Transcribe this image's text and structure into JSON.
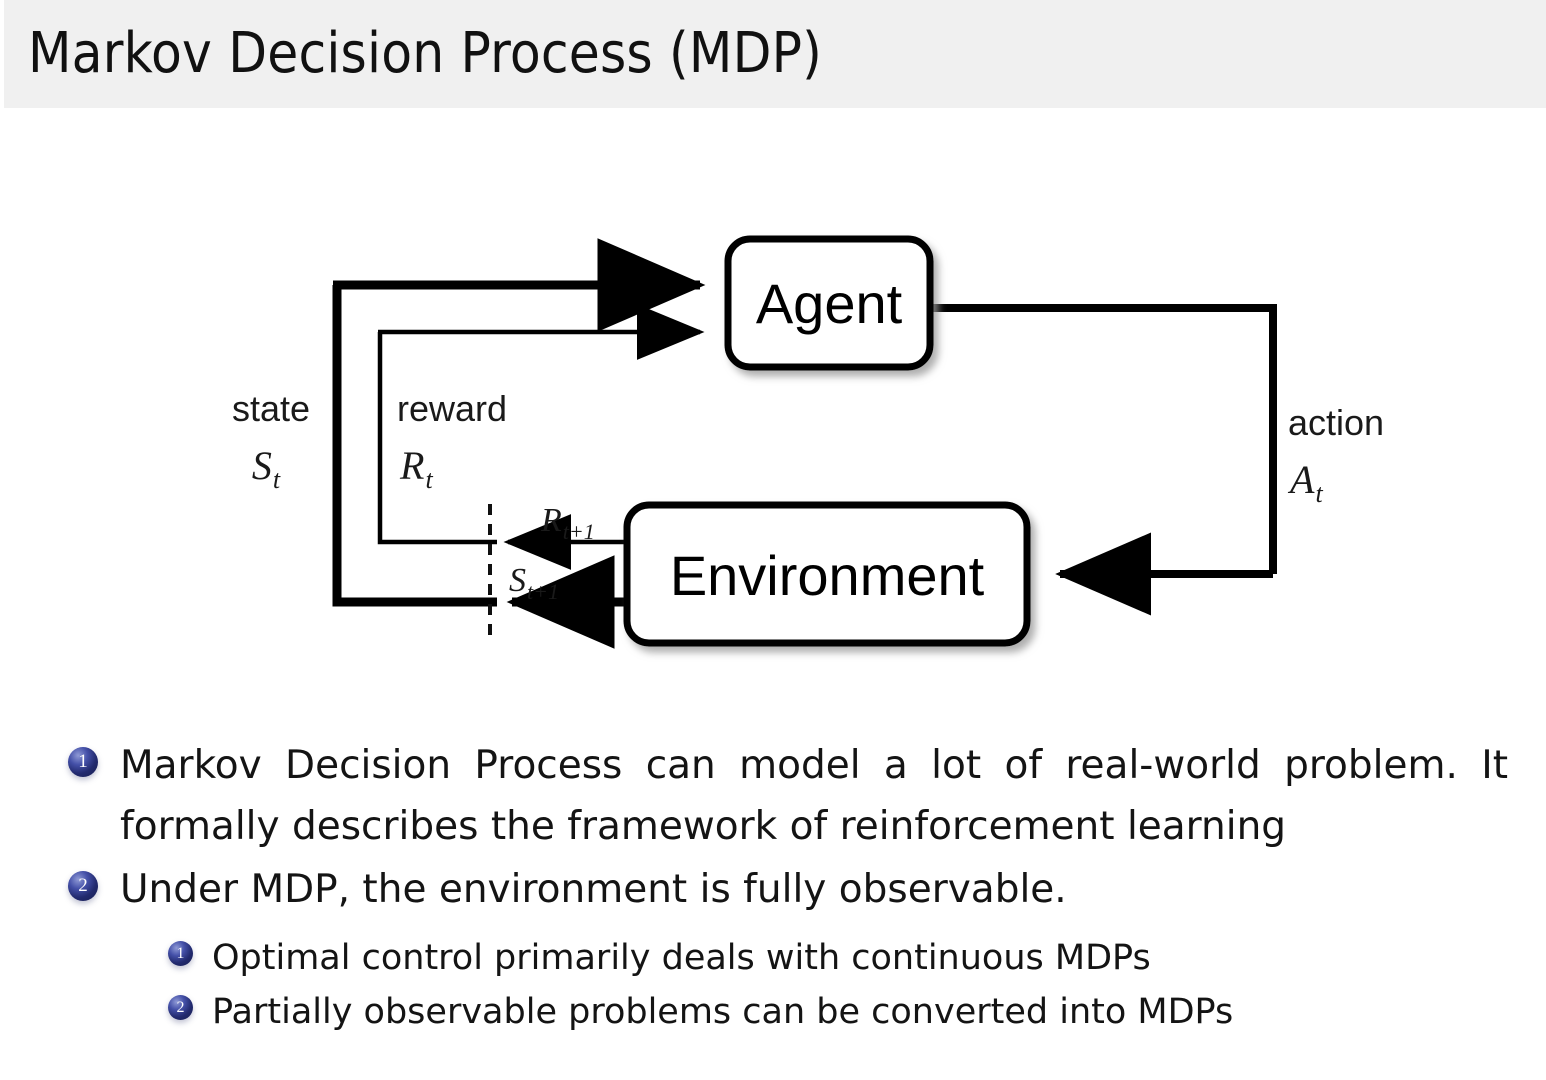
{
  "header": {
    "title": "Markov Decision Process (MDP)",
    "background": "#f0f0f0"
  },
  "diagram": {
    "name": "agent-environment-interaction-loop",
    "nodes": {
      "agent": "Agent",
      "environment": "Environment"
    },
    "labels": {
      "state_word": "state",
      "state_symbol": "S",
      "state_subscript": "t",
      "reward_word": "reward",
      "reward_symbol": "R",
      "reward_subscript": "t",
      "action_word": "action",
      "action_symbol": "A",
      "action_subscript": "t",
      "reward_next_symbol": "R",
      "reward_next_subscript": "t+1",
      "state_next_symbol": "S",
      "state_next_subscript": "t+1"
    },
    "stroke_color": "#000000"
  },
  "bullets": [
    {
      "level": 1,
      "number": "1",
      "text": "Markov Decision Process can model a lot of real-world problem. It formally describes the framework of reinforcement learning"
    },
    {
      "level": 1,
      "number": "2",
      "text": "Under MDP, the environment is fully observable."
    },
    {
      "level": 2,
      "number": "1",
      "text": "Optimal control primarily deals with continuous MDPs"
    },
    {
      "level": 2,
      "number": "2",
      "text": "Partially observable problems can be converted into MDPs"
    }
  ],
  "colors": {
    "bullet_marker": "#222a6e",
    "bullet_marker_highlight": "#8f9ad6",
    "text": "#141414",
    "page_background": "#ffffff"
  }
}
